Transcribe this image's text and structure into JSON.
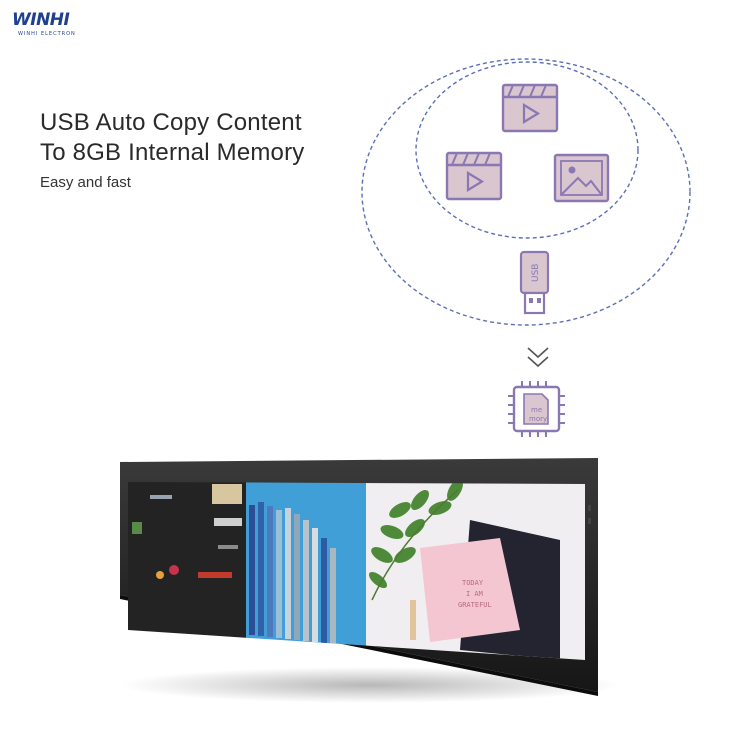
{
  "brand": {
    "logo_text": "WINHI",
    "logo_sub": "WINHI ELECTRON"
  },
  "headline": {
    "line1": "USB Auto Copy Content",
    "line2": "To 8GB Internal Memory",
    "subtitle": "Easy and fast"
  },
  "icons": {
    "usb_label": "USB",
    "chip_label_1": "me",
    "chip_label_2": "mory"
  },
  "display_art": {
    "notebook_line1": "TODAY",
    "notebook_line2": "I AM",
    "notebook_line3": "GRATEFUL"
  },
  "colors": {
    "accent_purple": "#8a78b3",
    "icon_fill": "#d9c6cf",
    "dash_blue": "#5b6fb8",
    "brand_blue": "#1f3f8f"
  }
}
